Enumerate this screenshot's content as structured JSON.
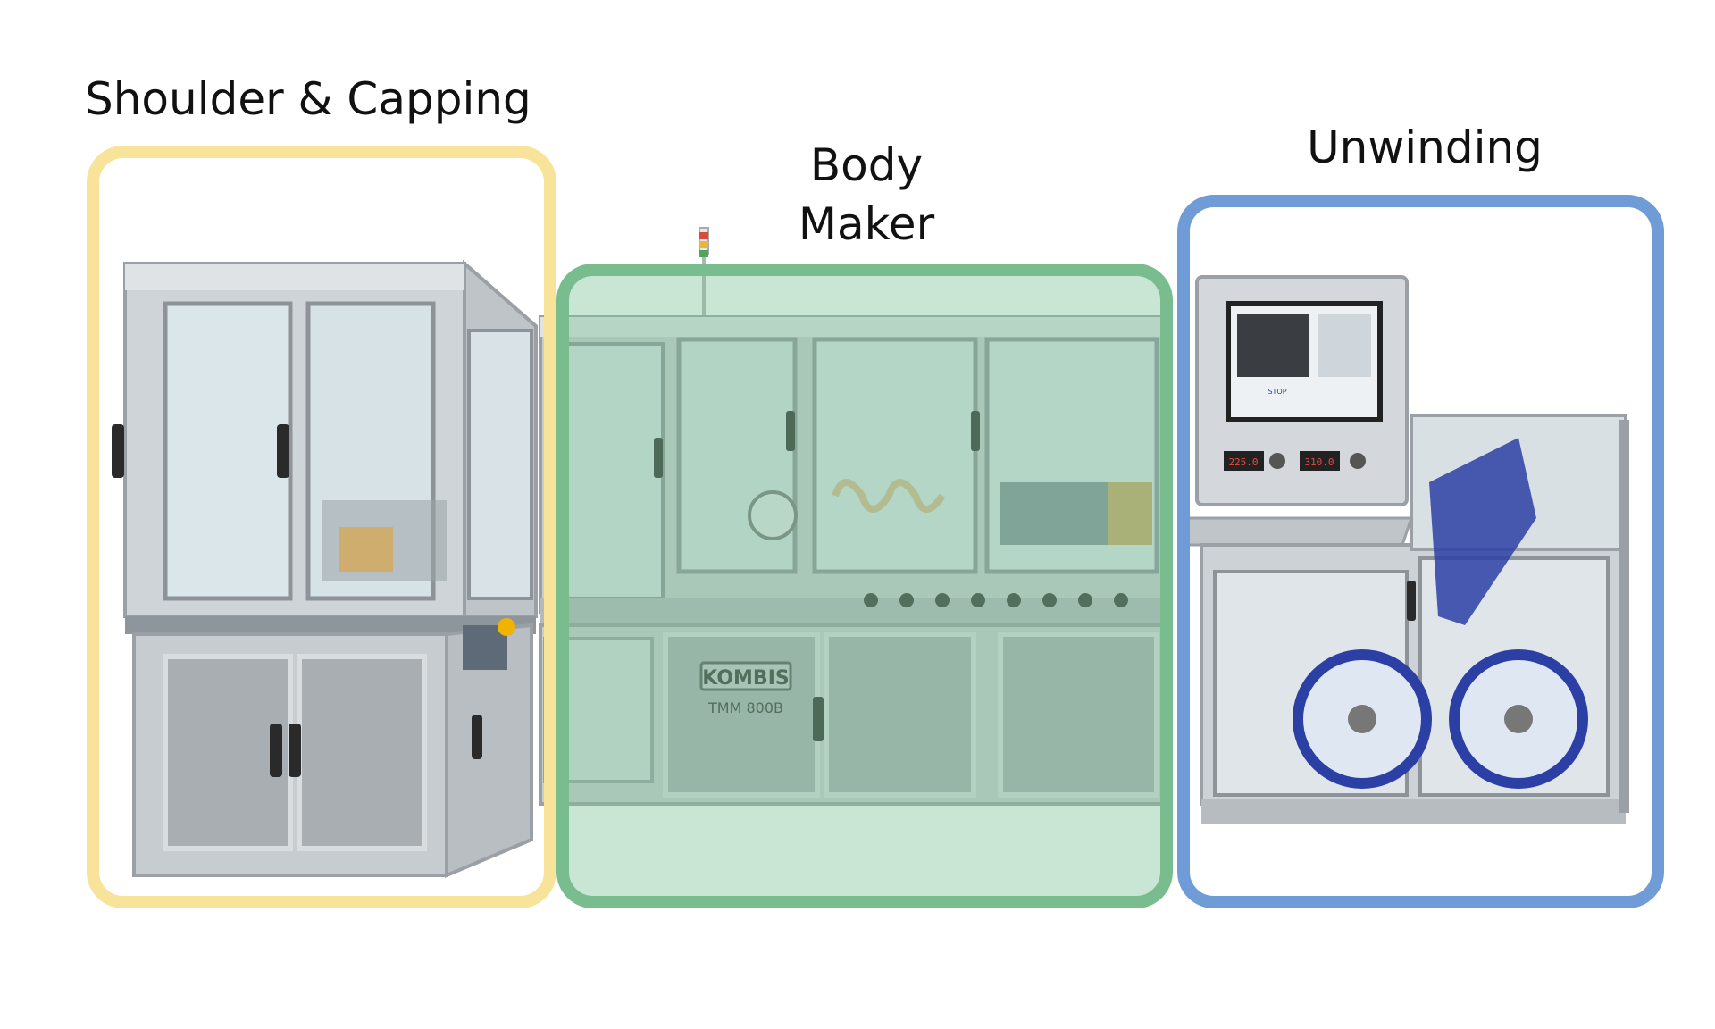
{
  "sections": [
    {
      "key": "shoulder",
      "label": "Shoulder & Capping",
      "color": "#f7e39a"
    },
    {
      "key": "body",
      "label_lines": [
        "Body",
        "Maker"
      ],
      "color": "#79bd8f"
    },
    {
      "key": "unwind",
      "label": "Unwinding",
      "color": "#6f9bd6"
    }
  ],
  "machine": {
    "brand": "KOMBIS",
    "model": "TMM 800B",
    "hmi_button": "STOP",
    "temp_left": "225.0",
    "temp_right": "310.0"
  },
  "colors": {
    "frame": "#c9ced3",
    "panel": "#a9aeb3",
    "glass": "#dbe6ea",
    "accent_blue": "#2b3fa5"
  }
}
